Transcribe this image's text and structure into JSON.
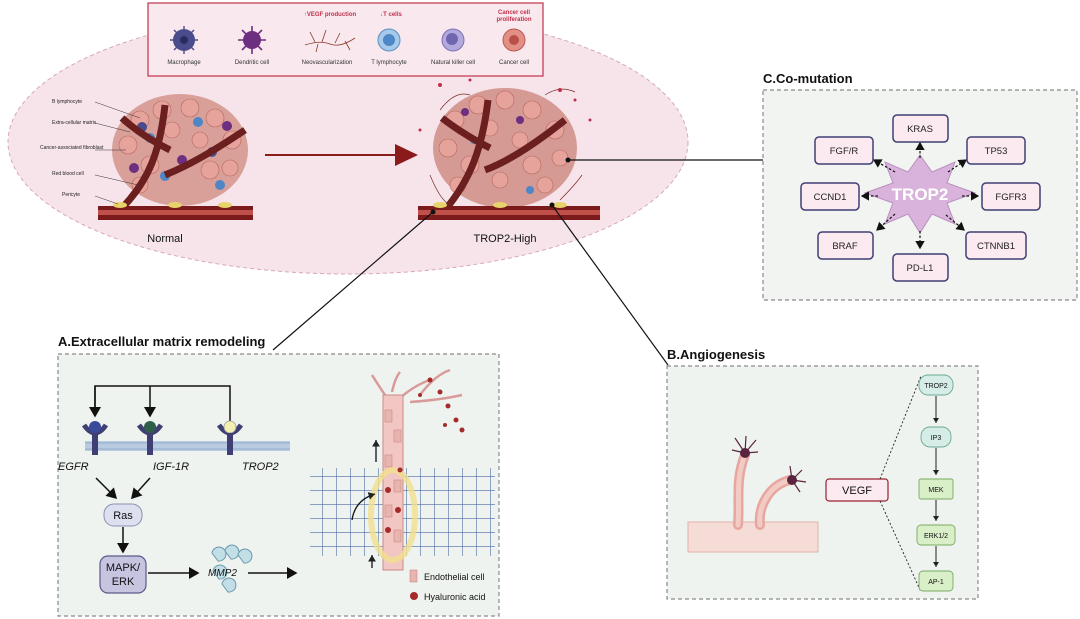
{
  "legend": {
    "items": [
      {
        "label": "Macrophage",
        "header": ""
      },
      {
        "label": "Dendritic cell",
        "header": ""
      },
      {
        "label": "Neovascularization",
        "header": "↑VEGF production"
      },
      {
        "label": "T lymphocyte",
        "header": "↓T cells"
      },
      {
        "label": "Natural killer cell",
        "header": ""
      },
      {
        "label": "Cancer cell",
        "header": "Cancer cell proliferation"
      }
    ],
    "header_neovasc": "↑VEGF production",
    "header_tcells": "↓T cells",
    "header_cancer_1": "Cancer cell",
    "header_cancer_2": "proliferation"
  },
  "tme": {
    "normal_label": "Normal",
    "high_label": "TROP2-High",
    "annotations": [
      "B lymphocyte",
      "Extra-cellular matrix",
      "Cancer-associated fibroblast",
      "Red blood cell",
      "Pericyte"
    ]
  },
  "comutation": {
    "title": "C.Co-mutation",
    "center": "TROP2",
    "genes": [
      "FGF/R",
      "KRAS",
      "TP53",
      "CCND1",
      "FGFR3",
      "BRAF",
      "PD-L1",
      "CTNNB1"
    ]
  },
  "ecm": {
    "title": "A.Extracellular matrix remodeling",
    "receptors": [
      "EGFR",
      "IGF-1R",
      "TROP2"
    ],
    "ras": "Ras",
    "mapk_1": "MAPK/",
    "mapk_2": "ERK",
    "mmp2": "MMP2",
    "legend_endothelial": "Endothelial cell",
    "legend_hyaluronic": "Hyaluronic acid"
  },
  "angio": {
    "title": "B.Angiogenesis",
    "vegf": "VEGF",
    "pathway": [
      "TROP2",
      "IP3",
      "MEK",
      "ERK1/2",
      "AP-1"
    ]
  },
  "colors": {
    "ellipse_fill": "#f6e4ea",
    "legend_border": "#c0304a",
    "gene_border": "#3f3f74",
    "gene_fill": "#fbeaf0",
    "star": "#d9b3dc",
    "path_green": "#d8efc8",
    "path_teal": "#d5ede6"
  }
}
